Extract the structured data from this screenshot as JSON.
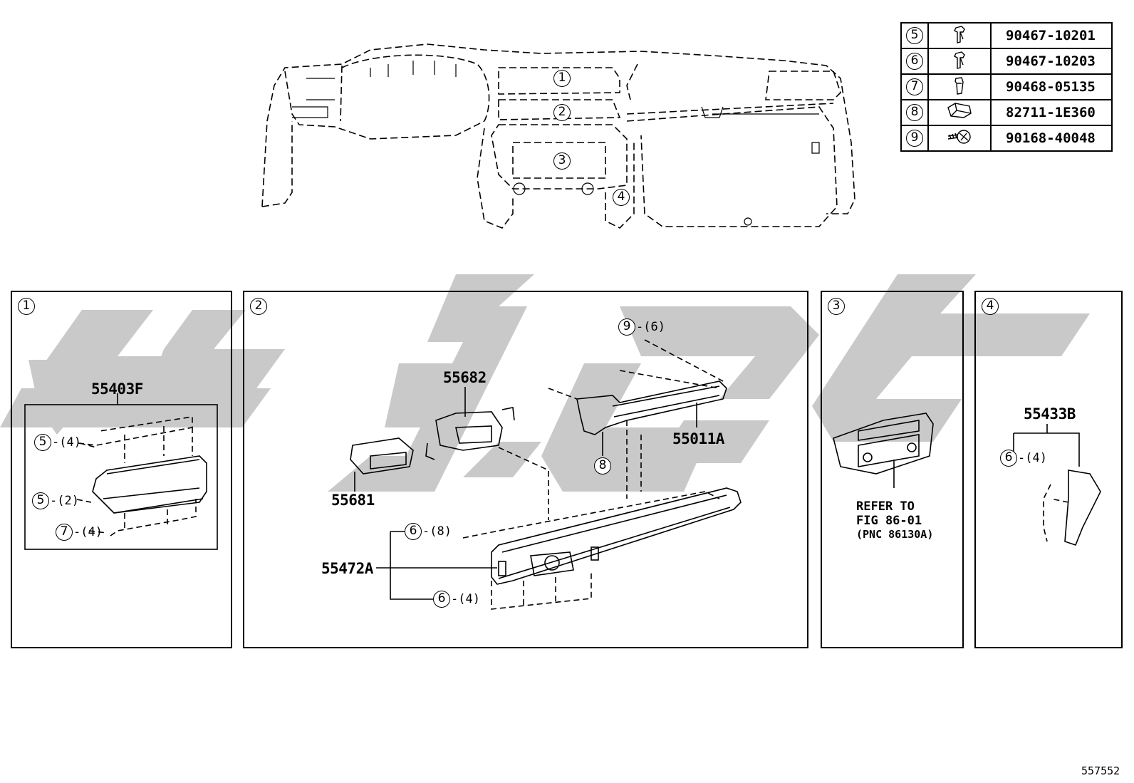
{
  "diagram_id": "557552",
  "overview_callouts": [
    "1",
    "2",
    "3",
    "4"
  ],
  "parts_table": [
    {
      "ref": "5",
      "icon": "clip-icon",
      "part_no": "90467-10201"
    },
    {
      "ref": "6",
      "icon": "clip-icon",
      "part_no": "90467-10203"
    },
    {
      "ref": "7",
      "icon": "clip-icon",
      "part_no": "90468-05135"
    },
    {
      "ref": "8",
      "icon": "nut-icon",
      "part_no": "82711-1E360"
    },
    {
      "ref": "9",
      "icon": "screw-icon",
      "part_no": "90168-40048"
    }
  ],
  "panel1": {
    "number": "1",
    "part": "55403F",
    "callouts": [
      {
        "ref": "5",
        "qty": "-(4)"
      },
      {
        "ref": "5",
        "qty": "-(2)"
      },
      {
        "ref": "7",
        "qty": "-(4)"
      }
    ]
  },
  "panel2": {
    "number": "2",
    "parts": {
      "p55682": "55682",
      "p55681": "55681",
      "p55011A": "55011A",
      "p55472A": "55472A"
    },
    "callouts": {
      "c9": {
        "ref": "9",
        "qty": "-(6)"
      },
      "c8": {
        "ref": "8"
      },
      "c6a": {
        "ref": "6",
        "qty": "-(8)"
      },
      "c6b": {
        "ref": "6",
        "qty": "-(4)"
      }
    }
  },
  "panel3": {
    "number": "3",
    "refer_line1": "REFER TO",
    "refer_line2": "FIG 86-01",
    "refer_line3": "(PNC 86130A)"
  },
  "panel4": {
    "number": "4",
    "part": "55433B",
    "callout": {
      "ref": "6",
      "qty": "-(4)"
    }
  },
  "colors": {
    "line": "#000000",
    "watermark": "#c8c8c8",
    "background": "#ffffff"
  }
}
